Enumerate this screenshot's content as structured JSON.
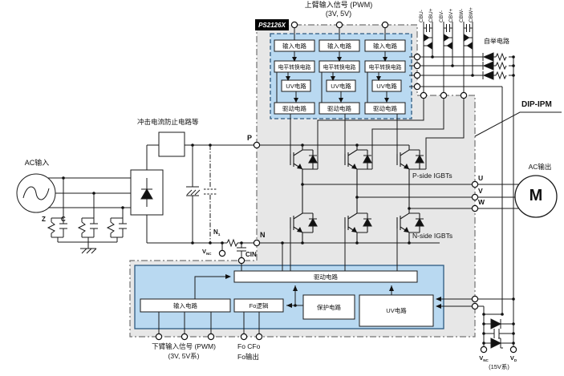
{
  "colors": {
    "package-fill": "#e7e7e7",
    "block-fill": "#b9d9f1",
    "block-border": "#2e5a80",
    "chip-bg": "#000000",
    "wire": "#1a1a1a"
  },
  "top": {
    "signal_line1": "上臂输入信号 (PWM)",
    "signal_line2": "(3V, 5V)",
    "chip": "PS2126X"
  },
  "upper_block": {
    "input": "输入电路",
    "level_shift": "电平转换电路",
    "uv": "UV电路",
    "drive": "驱动电路"
  },
  "bootstrap": {
    "label": "自举电路",
    "cap_terminals": [
      "CBU-",
      "CBU+",
      "CBV-",
      "CBV+",
      "CBW-",
      "CBW+"
    ]
  },
  "package": {
    "name": "DIP-IPM",
    "p_side": "P-side IGBTs",
    "n_side": "N-side IGBTs"
  },
  "output": {
    "u": "U",
    "v": "V",
    "w": "W",
    "motor": "M",
    "label": "AC输出"
  },
  "input_side": {
    "label": "AC输入",
    "inrush": "冲击电流防止电路等",
    "z": "Z",
    "c": "C"
  },
  "nodes": {
    "p": "P",
    "n": "N",
    "n1_base": "N",
    "n1_sub": "1",
    "vnc_base": "V",
    "vnc_sub": "NC",
    "cin": "CIN",
    "vd_base": "V",
    "vd_sub": "D",
    "supply": "(15V系)"
  },
  "lower_block": {
    "drive": "驱动电路",
    "input": "输入电路",
    "fo_logic": "Fo逻辑",
    "protect": "保护电路",
    "uv": "UV电路"
  },
  "bottom": {
    "signal_line1": "下臂输入信号 (PWM)",
    "signal_line2": "(3V, 5V系)",
    "fo_cfo": "Fo CFo",
    "fo_out": "Fo输出"
  }
}
